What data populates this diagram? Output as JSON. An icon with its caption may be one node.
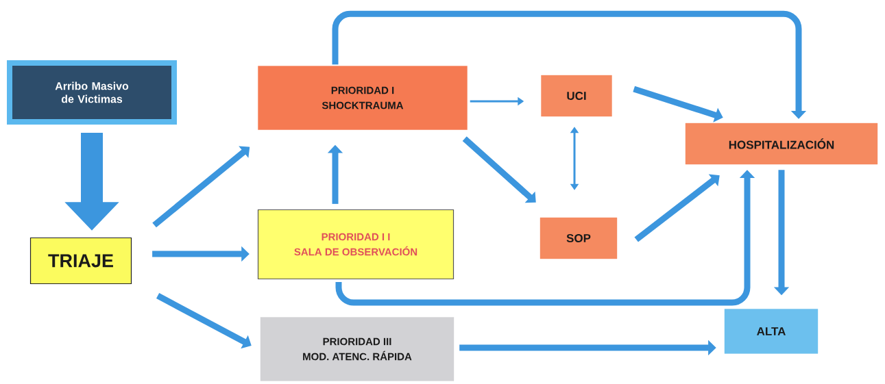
{
  "diagram": {
    "nodes": [
      {
        "text": [
          "Arribo Masivo de Victimas"
        ]
      },
      {
        "text": [
          "PRIORIDAD I",
          "SHOCKTRAUMA"
        ]
      },
      {
        "text": [
          "UCI"
        ]
      },
      {
        "text": [
          "HOSPITALIZACIÓN"
        ]
      },
      {
        "text": [
          "TRIAJE"
        ]
      },
      {
        "text": [
          "PRIORIDAD I I",
          "SALA DE OBSERVACIÓN"
        ]
      },
      {
        "text": [
          "SOP"
        ]
      },
      {
        "text": [
          "ALTA"
        ]
      },
      {
        "text": [
          "PRIORIDAD III",
          "MOD. ATENC. RÁPIDA"
        ]
      }
    ],
    "edges": [
      {
        "from": 0,
        "to": 4,
        "arrow": "to",
        "style": "thick"
      },
      {
        "from": 4,
        "to": 1,
        "arrow": "to"
      },
      {
        "from": 4,
        "to": 5,
        "arrow": "to"
      },
      {
        "from": 4,
        "to": 8,
        "arrow": "to"
      },
      {
        "from": 5,
        "to": 1,
        "arrow": "to"
      },
      {
        "from": 1,
        "to": 2,
        "arrow": "to"
      },
      {
        "from": 1,
        "to": 6,
        "arrow": "to"
      },
      {
        "from": 2,
        "to": 6,
        "arrow": "both"
      },
      {
        "from": 2,
        "to": 3,
        "arrow": "to"
      },
      {
        "from": 6,
        "to": 3,
        "arrow": "to"
      },
      {
        "from": 1,
        "to": 3,
        "arrow": "to"
      },
      {
        "from": 5,
        "to": 3,
        "arrow": "to"
      },
      {
        "from": 3,
        "to": 7,
        "arrow": "to"
      },
      {
        "from": 8,
        "to": 7,
        "arrow": "to"
      }
    ]
  }
}
